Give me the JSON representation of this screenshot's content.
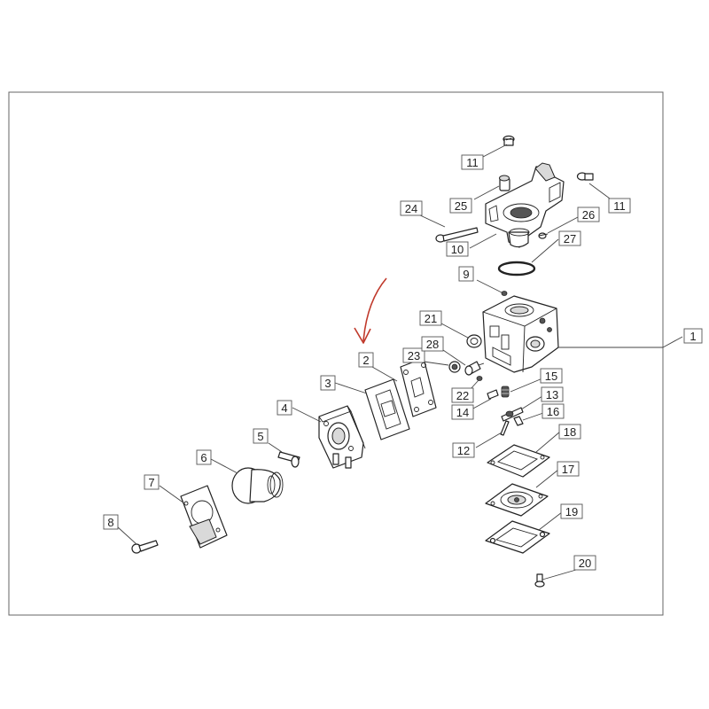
{
  "diagram": {
    "labels": [
      {
        "id": "1",
        "text": "1"
      },
      {
        "id": "2",
        "text": "2"
      },
      {
        "id": "3",
        "text": "3"
      },
      {
        "id": "4",
        "text": "4"
      },
      {
        "id": "5",
        "text": "5"
      },
      {
        "id": "6",
        "text": "6"
      },
      {
        "id": "7",
        "text": "7"
      },
      {
        "id": "8",
        "text": "8"
      },
      {
        "id": "9",
        "text": "9"
      },
      {
        "id": "10",
        "text": "10"
      },
      {
        "id": "11a",
        "text": "11"
      },
      {
        "id": "11b",
        "text": "11"
      },
      {
        "id": "12",
        "text": "12"
      },
      {
        "id": "13",
        "text": "13"
      },
      {
        "id": "14",
        "text": "14"
      },
      {
        "id": "15",
        "text": "15"
      },
      {
        "id": "16",
        "text": "16"
      },
      {
        "id": "17",
        "text": "17"
      },
      {
        "id": "18",
        "text": "18"
      },
      {
        "id": "19",
        "text": "19"
      },
      {
        "id": "20",
        "text": "20"
      },
      {
        "id": "21",
        "text": "21"
      },
      {
        "id": "22",
        "text": "22"
      },
      {
        "id": "23",
        "text": "23"
      },
      {
        "id": "24",
        "text": "24"
      },
      {
        "id": "25",
        "text": "25"
      },
      {
        "id": "26",
        "text": "26"
      },
      {
        "id": "27",
        "text": "27"
      },
      {
        "id": "28",
        "text": "28"
      }
    ],
    "colors": {
      "line": "#222222",
      "frame": "#666666",
      "arrow": "#c0392b"
    }
  }
}
